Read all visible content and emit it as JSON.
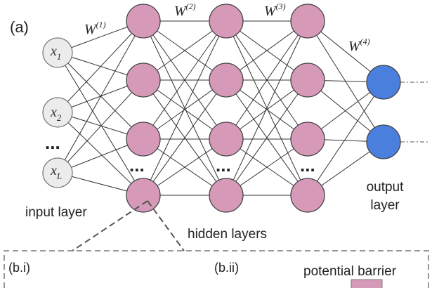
{
  "panel_label": "(a)",
  "weights": [
    {
      "base": "W",
      "sup": "(1)"
    },
    {
      "base": "W",
      "sup": "(2)"
    },
    {
      "base": "W",
      "sup": "(3)"
    },
    {
      "base": "W",
      "sup": "(4)"
    }
  ],
  "input_nodes": [
    {
      "base": "x",
      "sub": "1"
    },
    {
      "base": "x",
      "sub": "2"
    },
    {
      "base": "x",
      "sub": "L"
    }
  ],
  "ellipsis": "...",
  "input_layer_label": "input layer",
  "hidden_layers_label": "hidden layers",
  "output_layer_label_line1": "output",
  "output_layer_label_line2": "layer",
  "sub_panel_left": "(b.i)",
  "sub_panel_right": "(b.ii)",
  "legend_label": "potential barrier",
  "colors": {
    "input_fill": "#ececec",
    "hidden_fill": "#d69ab8",
    "output_fill": "#4a7fde",
    "edge": "#333333"
  }
}
